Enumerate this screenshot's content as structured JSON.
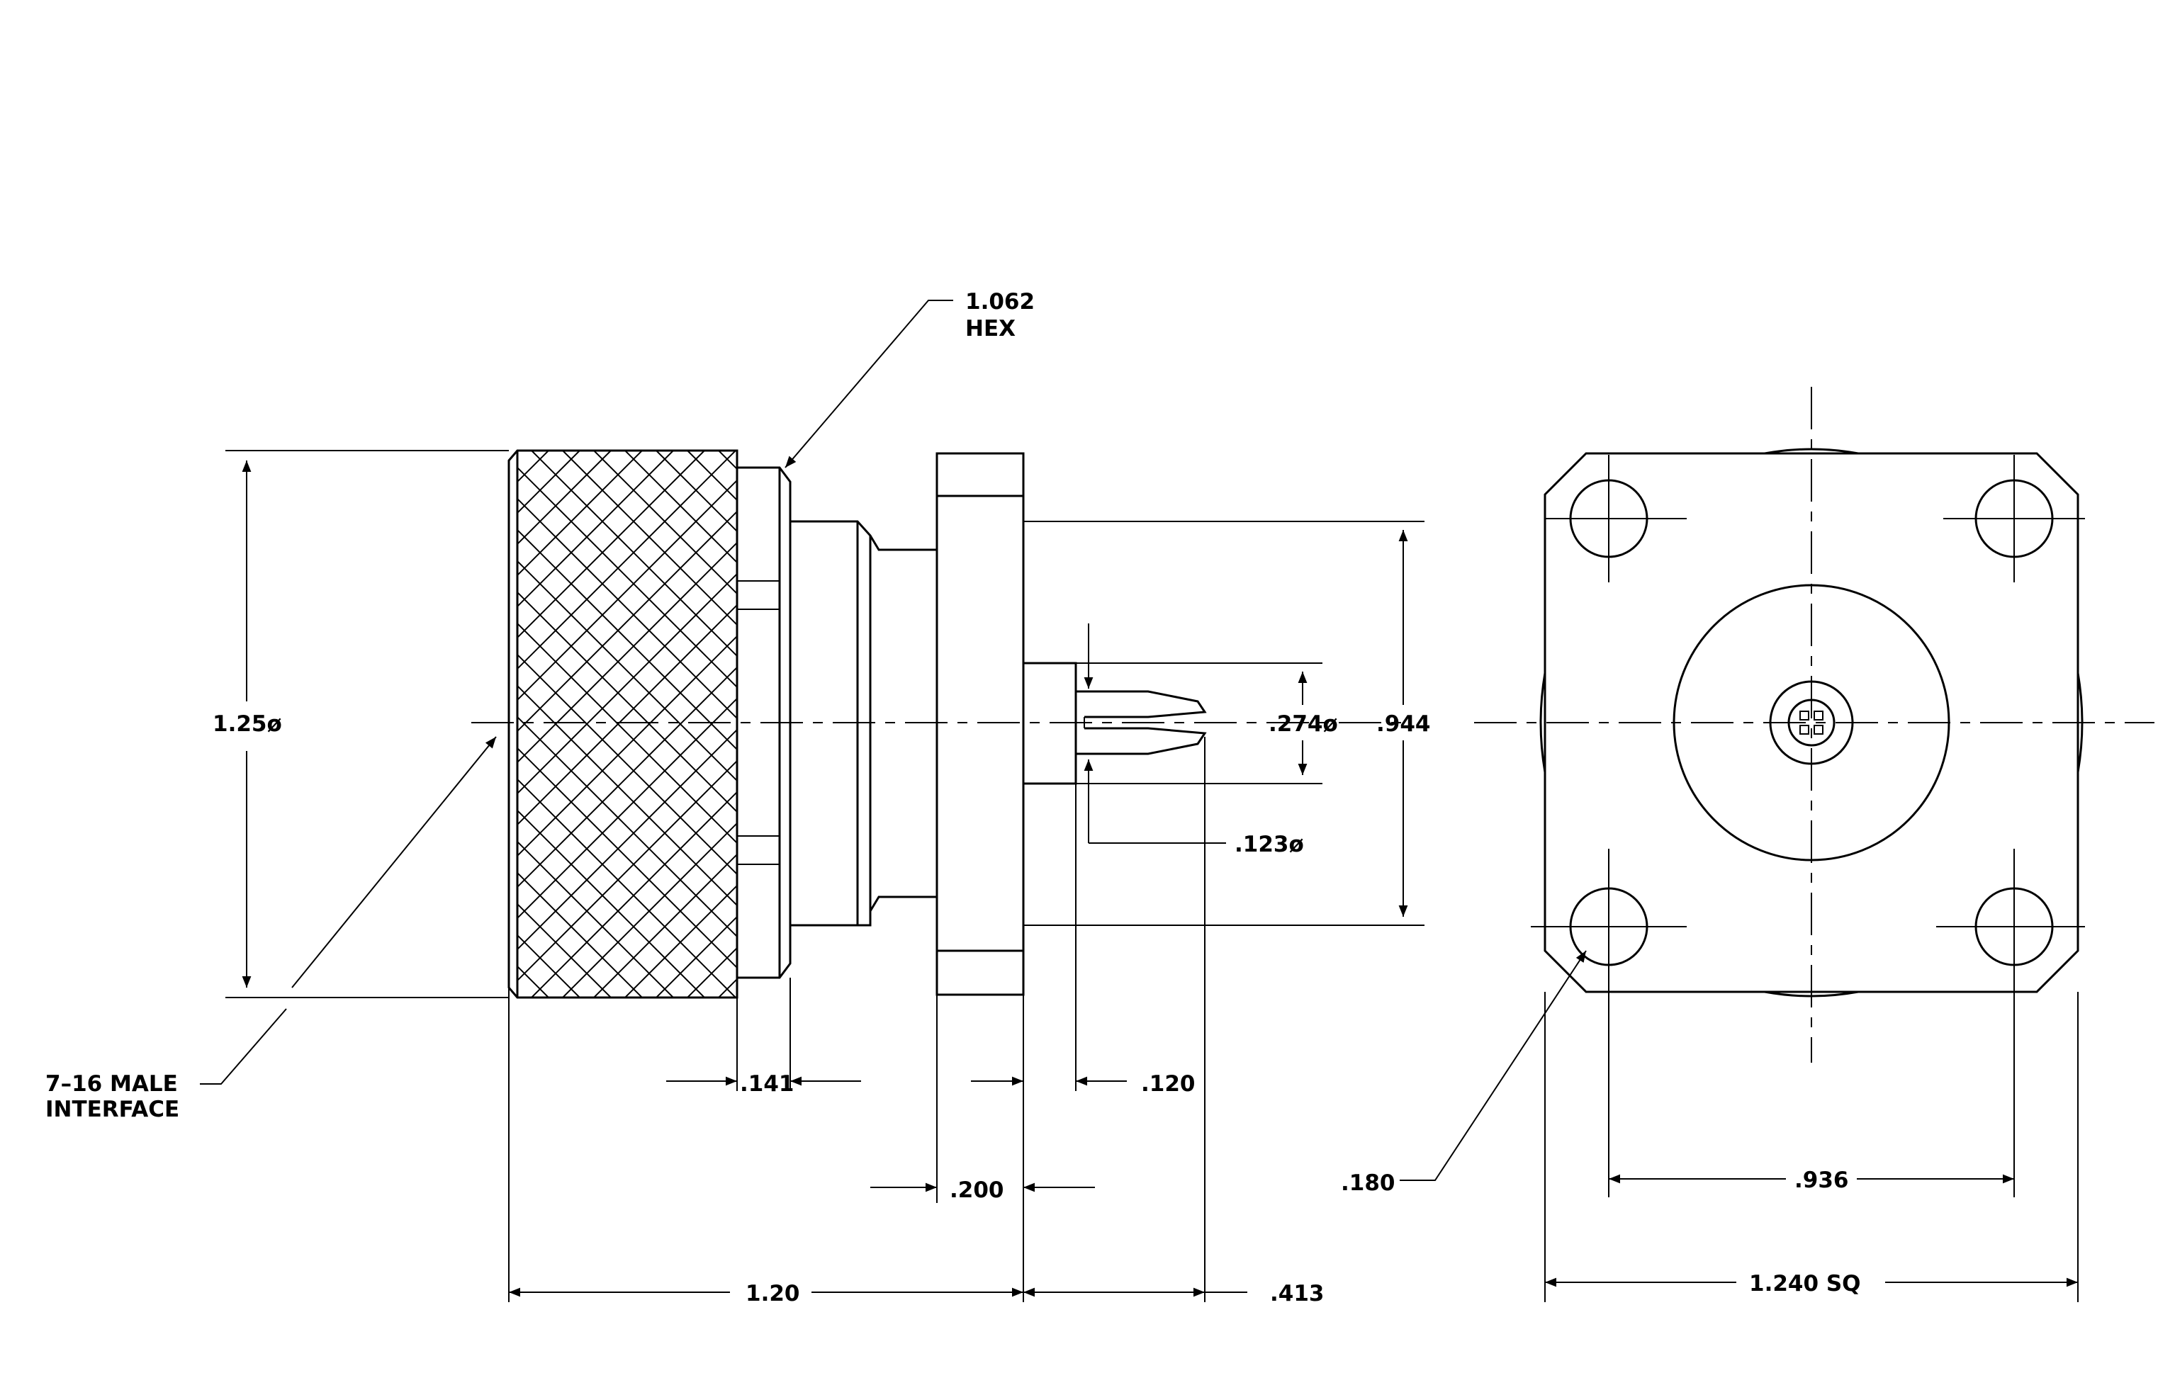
{
  "colors": {
    "ink": "#000000",
    "background": "#ffffff"
  },
  "labels": {
    "hex_size": "1.062",
    "hex_word": "HEX",
    "body_dia": "1.25ø",
    "interface_line1": "7–16 MALE",
    "interface_line2": "INTERFACE",
    "hex_width": ".141",
    "flange_thickness": ".200",
    "overall_length": "1.20",
    "pin_offset": ".120",
    "rear_length": ".413",
    "pin_dia_outer": ".274ø",
    "pin_dia_inner": ".123ø",
    "flange_bore": ".944",
    "mounting_hole": ".180",
    "hole_spacing": ".936",
    "flange_square": "1.240 SQ"
  }
}
